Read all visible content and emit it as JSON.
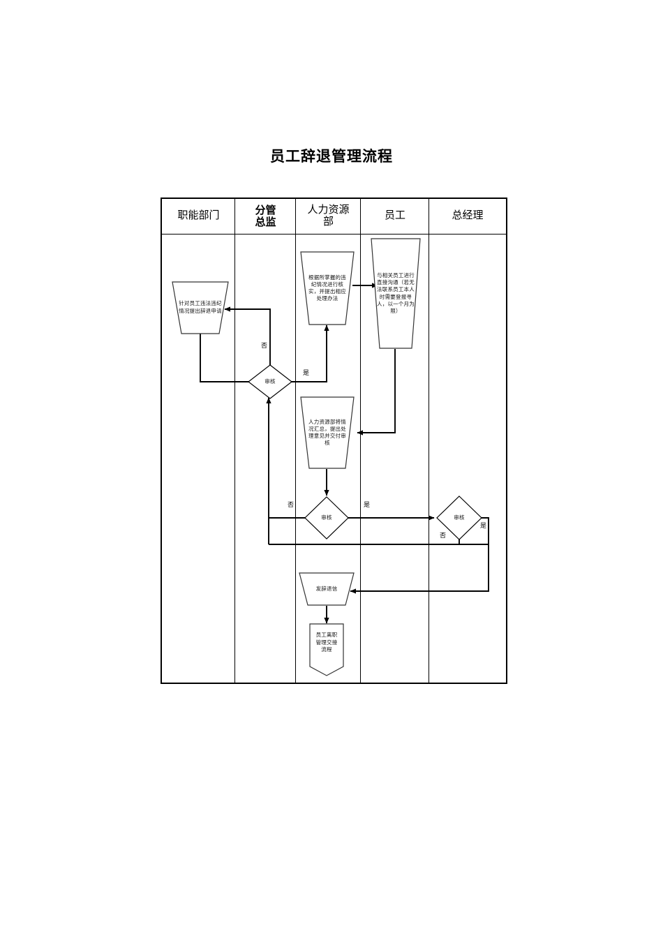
{
  "document": {
    "title": "员工辞退管理流程"
  },
  "lanes": [
    {
      "id": "functional-dept",
      "label": "职能部门",
      "bold": false
    },
    {
      "id": "supervising-director",
      "label": "分管\n总监",
      "bold": true
    },
    {
      "id": "hr-department",
      "label": "人力资源\n部",
      "bold": false
    },
    {
      "id": "employee",
      "label": "员工",
      "bold": false
    },
    {
      "id": "general-manager",
      "label": "总经理",
      "bold": false
    }
  ],
  "nodes": [
    {
      "id": "apply-dismissal",
      "shape": "trapezoid",
      "lane": "functional-dept",
      "text": "针对员工违法违纪情况提出辞退申请"
    },
    {
      "id": "hr-verify",
      "shape": "trapezoid",
      "lane": "hr-department",
      "text": "根据所掌握的违纪情况进行核实，并提出相应处理办法"
    },
    {
      "id": "employee-communicate",
      "shape": "trapezoid",
      "lane": "employee",
      "text": "与相关员工进行直接沟通（若无法联系员工本人时需要登报寻人，以一个月为限）"
    },
    {
      "id": "hr-summarize",
      "shape": "trapezoid",
      "lane": "hr-department",
      "text": "人力资源部将情况汇总，提出处理意见并交付审核"
    },
    {
      "id": "review-director",
      "shape": "diamond",
      "lane": "supervising-director",
      "text": "审核"
    },
    {
      "id": "review-director-2",
      "shape": "diamond",
      "lane": "supervising-director",
      "text": "审核"
    },
    {
      "id": "review-general-manager",
      "shape": "diamond",
      "lane": "general-manager",
      "text": "审核"
    },
    {
      "id": "send-dismissal-letter",
      "shape": "trapezoid",
      "lane": "hr-department",
      "text": "发辞退信"
    },
    {
      "id": "offboarding-process",
      "shape": "banner",
      "lane": "hr-department",
      "text": "员工离职管理交接流程"
    }
  ],
  "edge_labels": {
    "review1_no": "否",
    "review1_yes": "是",
    "review2_no": "否",
    "review2_yes": "是",
    "gm_no": "否",
    "gm_yes": "是"
  },
  "colors": {
    "stroke": "#000000",
    "shape_stroke": "#333333",
    "background": "#ffffff",
    "text": "#000000"
  }
}
